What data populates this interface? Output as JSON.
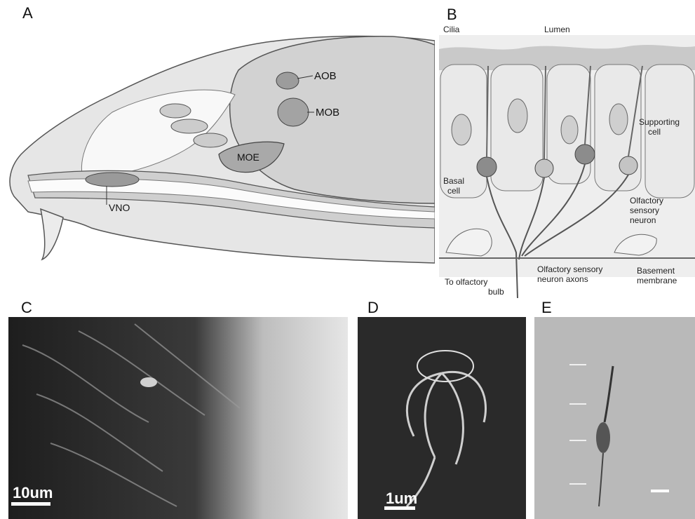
{
  "panels": {
    "a": {
      "letter": "A",
      "labels": {
        "aob": "AOB",
        "mob": "MOB",
        "moe": "MOE",
        "vno": "VNO"
      }
    },
    "b": {
      "letter": "B",
      "labels": {
        "cilia": "Cilia",
        "lumen": "Lumen",
        "supporting_cell": [
          "Supporting",
          "cell"
        ],
        "basal_cell": [
          "Basal",
          "cell"
        ],
        "osn": [
          "Olfactory",
          "sensory",
          "neuron"
        ],
        "to_bulb": [
          "To olfactory",
          "bulb"
        ],
        "axons": [
          "Olfactory sensory",
          "neuron axons"
        ],
        "basement": [
          "Basement",
          "membrane"
        ]
      }
    },
    "c": {
      "letter": "C",
      "scale_bar": "10um"
    },
    "d": {
      "letter": "D",
      "scale_bar": "1um"
    },
    "e": {
      "letter": "E"
    }
  }
}
